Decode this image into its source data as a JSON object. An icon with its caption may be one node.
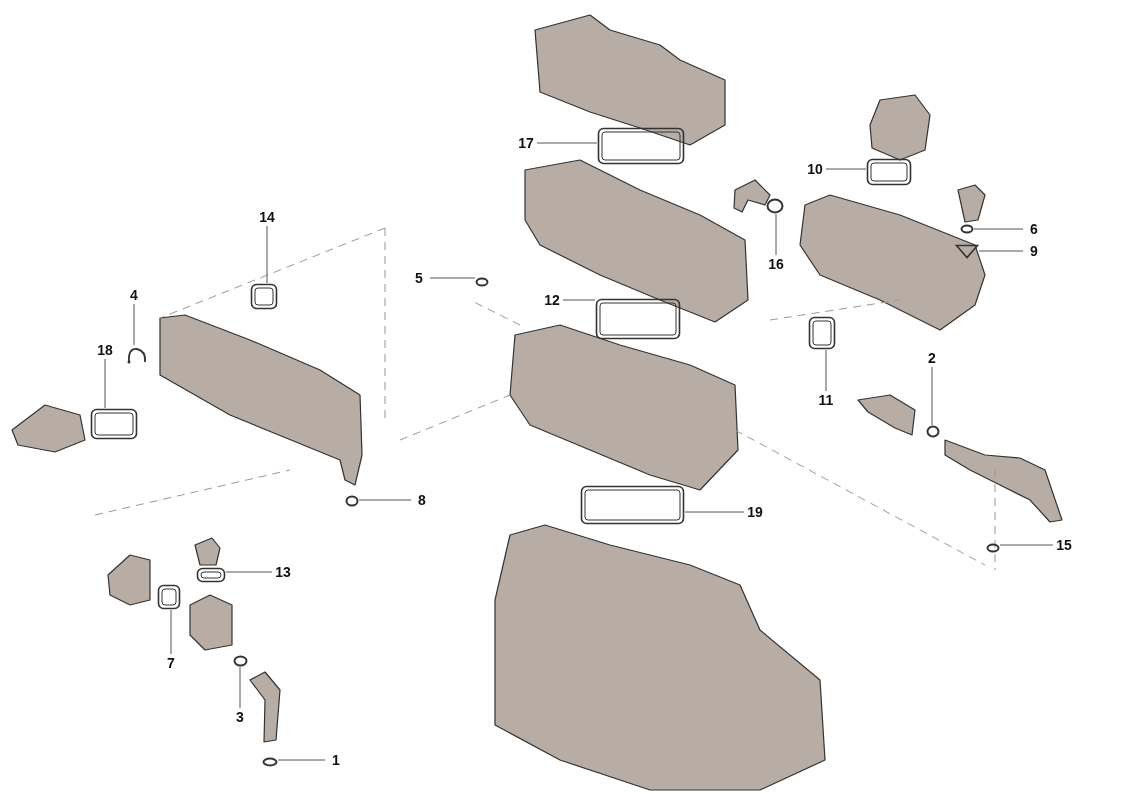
{
  "diagram": {
    "nodes": [
      {
        "text": [
          "17"
        ]
      },
      {
        "text": [
          "10"
        ]
      },
      {
        "text": [
          "14"
        ]
      },
      {
        "text": [
          "6"
        ]
      },
      {
        "text": [
          "16"
        ]
      },
      {
        "text": [
          "9"
        ]
      },
      {
        "text": [
          "5"
        ]
      },
      {
        "text": [
          "4"
        ]
      },
      {
        "text": [
          "12"
        ]
      },
      {
        "text": [
          "18"
        ]
      },
      {
        "text": [
          "11"
        ]
      },
      {
        "text": [
          "2"
        ]
      },
      {
        "text": [
          "8"
        ]
      },
      {
        "text": [
          "19"
        ]
      },
      {
        "text": [
          "13"
        ]
      },
      {
        "text": [
          "15"
        ]
      },
      {
        "text": [
          "7"
        ]
      },
      {
        "text": [
          "3"
        ]
      },
      {
        "text": [
          "1"
        ]
      },
      {
        "text": [],
        "shape": "box"
      },
      {
        "text": [],
        "shape": "box"
      },
      {
        "text": [],
        "shape": "box"
      },
      {
        "text": [],
        "shape": "circle"
      },
      {
        "text": [],
        "shape": "circle"
      },
      {
        "text": [],
        "shape": "triangle"
      },
      {
        "text": [],
        "shape": "circle"
      },
      {
        "text": [],
        "shape": "picture"
      },
      {
        "text": [],
        "shape": "box"
      },
      {
        "text": [],
        "shape": "box"
      },
      {
        "text": [],
        "shape": "box"
      },
      {
        "text": [],
        "shape": "circle"
      },
      {
        "text": [],
        "shape": "circle"
      },
      {
        "text": [],
        "shape": "box"
      },
      {
        "text": [],
        "shape": "box"
      },
      {
        "text": [],
        "shape": "circle"
      },
      {
        "text": [],
        "shape": "box"
      },
      {
        "text": [],
        "shape": "circle"
      },
      {
        "text": [],
        "shape": "circle"
      }
    ],
    "edges": [
      {
        "from": 0,
        "to": 19,
        "arrow": "none"
      },
      {
        "from": 1,
        "to": 20,
        "arrow": "none"
      },
      {
        "from": 2,
        "to": 21,
        "arrow": "none"
      },
      {
        "from": 3,
        "to": 22,
        "arrow": "none"
      },
      {
        "from": 4,
        "to": 23,
        "arrow": "none"
      },
      {
        "from": 5,
        "to": 24,
        "arrow": "none"
      },
      {
        "from": 6,
        "to": 25,
        "arrow": "none"
      },
      {
        "from": 7,
        "to": 26,
        "arrow": "none"
      },
      {
        "from": 8,
        "to": 27,
        "arrow": "none"
      },
      {
        "from": 9,
        "to": 28,
        "arrow": "none"
      },
      {
        "from": 10,
        "to": 29,
        "arrow": "none"
      },
      {
        "from": 11,
        "to": 30,
        "arrow": "none"
      },
      {
        "from": 12,
        "to": 31,
        "arrow": "none"
      },
      {
        "from": 13,
        "to": 32,
        "arrow": "none"
      },
      {
        "from": 14,
        "to": 33,
        "arrow": "none"
      },
      {
        "from": 15,
        "to": 34,
        "arrow": "none"
      },
      {
        "from": 16,
        "to": 35,
        "arrow": "none"
      },
      {
        "from": 17,
        "to": 36,
        "arrow": "none"
      },
      {
        "from": 18,
        "to": 37,
        "arrow": "none"
      }
    ]
  }
}
